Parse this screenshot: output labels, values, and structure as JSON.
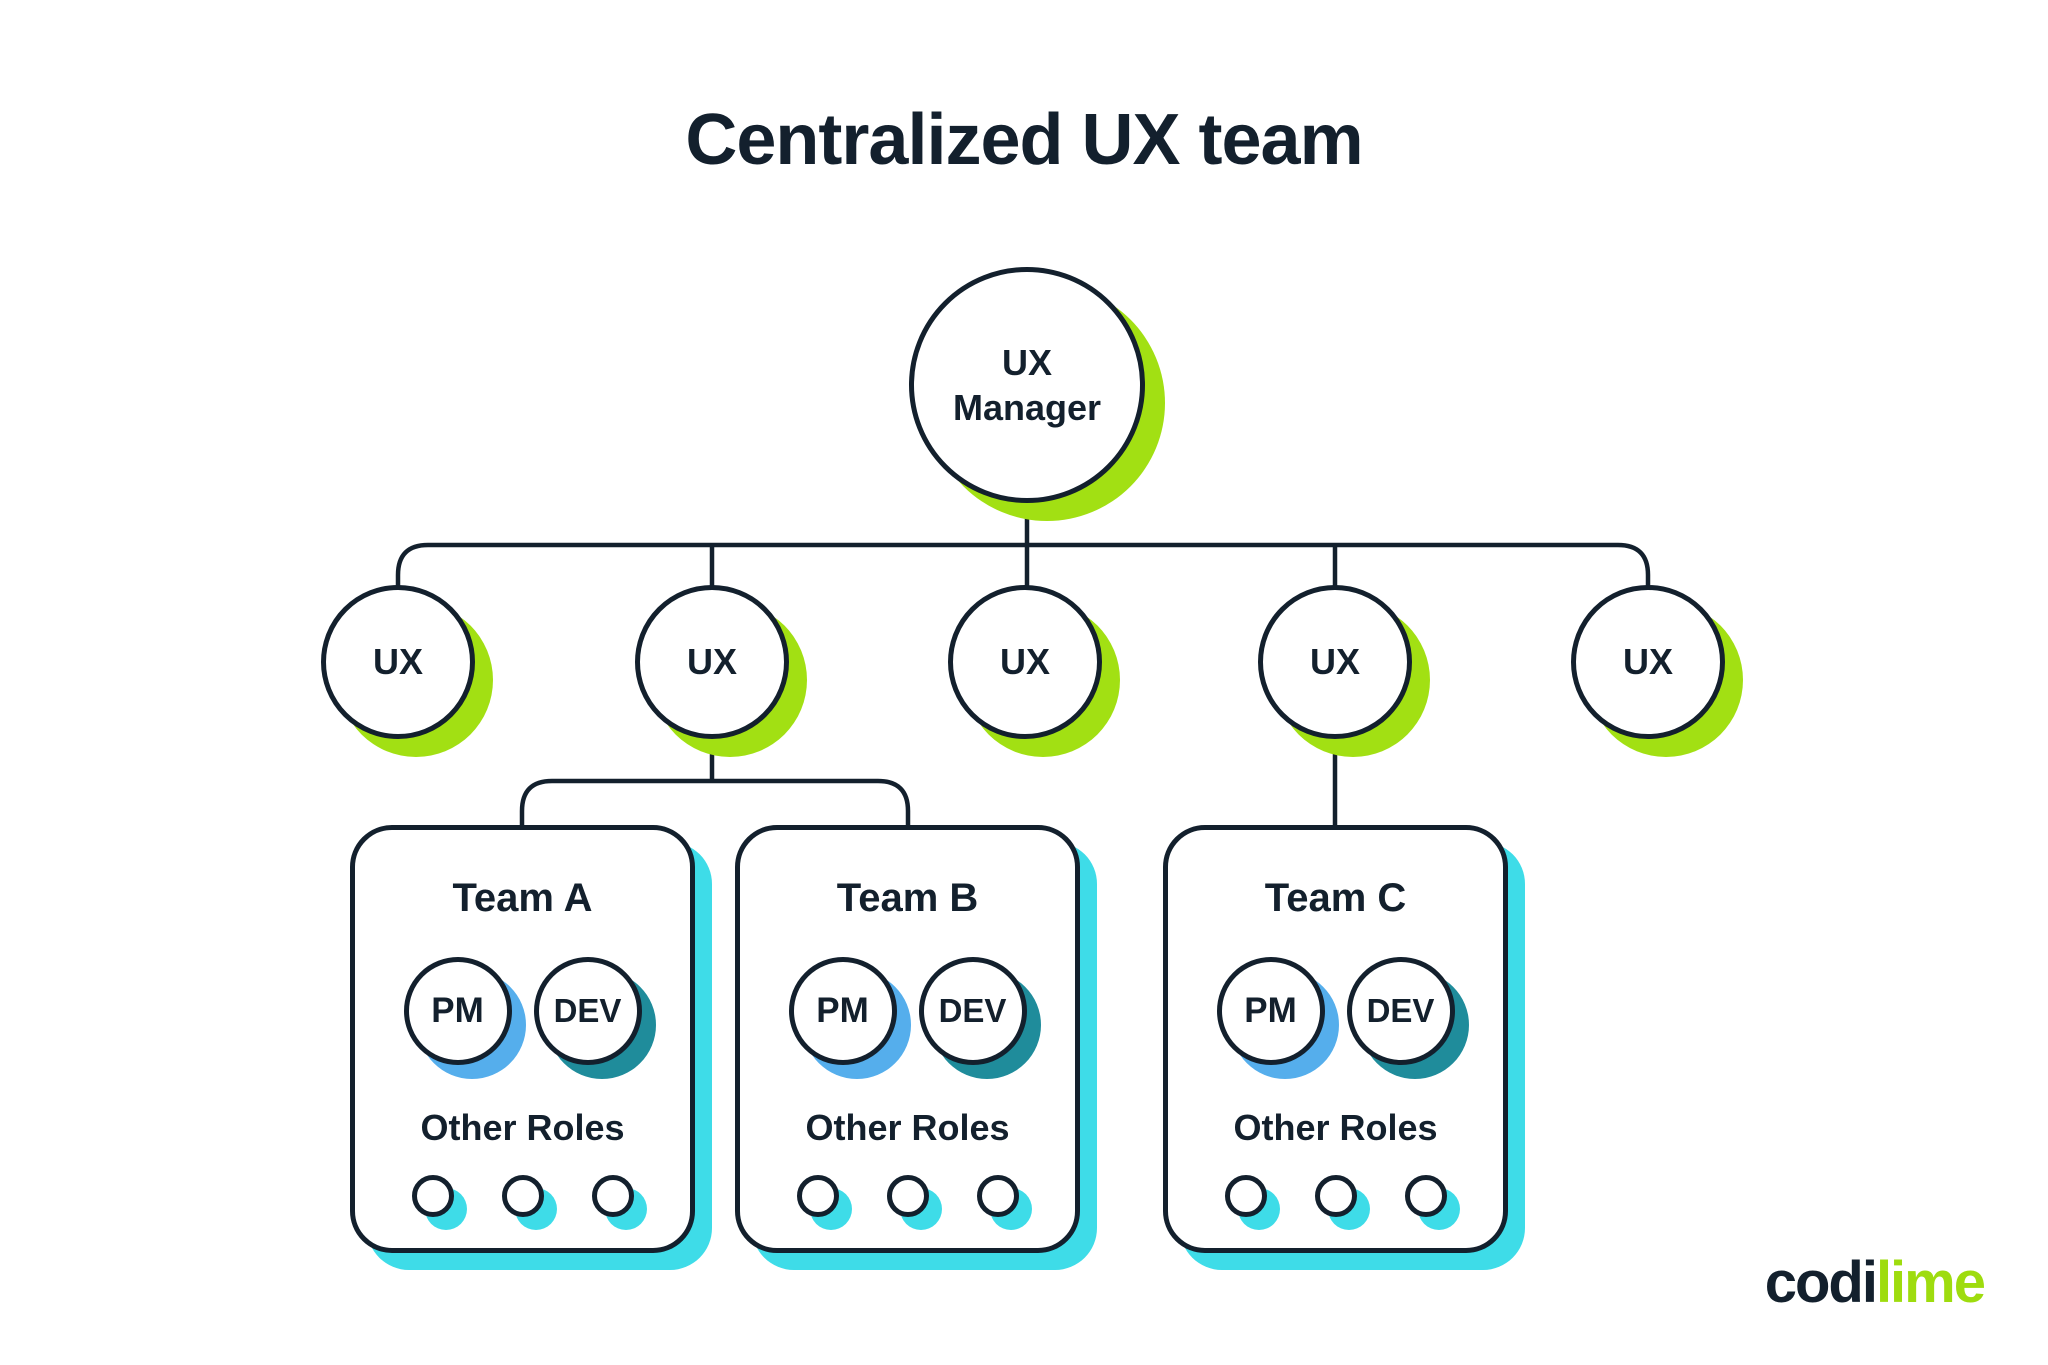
{
  "title": "Centralized UX team",
  "org": {
    "manager": {
      "label": "UX Manager"
    },
    "ux_nodes": [
      {
        "label": "UX"
      },
      {
        "label": "UX"
      },
      {
        "label": "UX"
      },
      {
        "label": "UX"
      },
      {
        "label": "UX"
      }
    ],
    "teams": [
      {
        "title": "Team A",
        "members": [
          {
            "label": "PM"
          },
          {
            "label": "DEV"
          }
        ],
        "other_roles_label": "Other Roles",
        "other_roles_count": 3
      },
      {
        "title": "Team B",
        "members": [
          {
            "label": "PM"
          },
          {
            "label": "DEV"
          }
        ],
        "other_roles_label": "Other Roles",
        "other_roles_count": 3
      },
      {
        "title": "Team C",
        "members": [
          {
            "label": "PM"
          },
          {
            "label": "DEV"
          }
        ],
        "other_roles_label": "Other Roles",
        "other_roles_count": 3
      }
    ]
  },
  "logo": {
    "part1": "codi",
    "part2": "lime"
  },
  "colors": {
    "dark_navy": "#13202d",
    "lime_green": "#a2e013",
    "logo_lime": "#9edc0e",
    "turquoise": "#3edce8",
    "sky_blue": "#55aeec",
    "teal": "#1f8c9b"
  }
}
